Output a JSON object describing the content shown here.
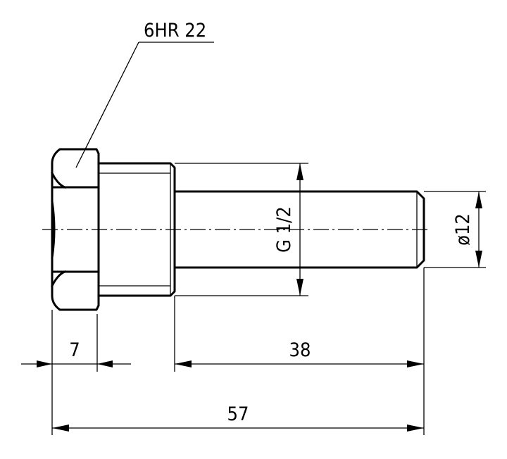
{
  "drawing": {
    "callout_label": "6HR 22",
    "dim_head_length": "7",
    "dim_shank_length": "38",
    "dim_total_length": "57",
    "dim_thread": "G 1/2",
    "dim_tip_diameter": "ø12"
  }
}
